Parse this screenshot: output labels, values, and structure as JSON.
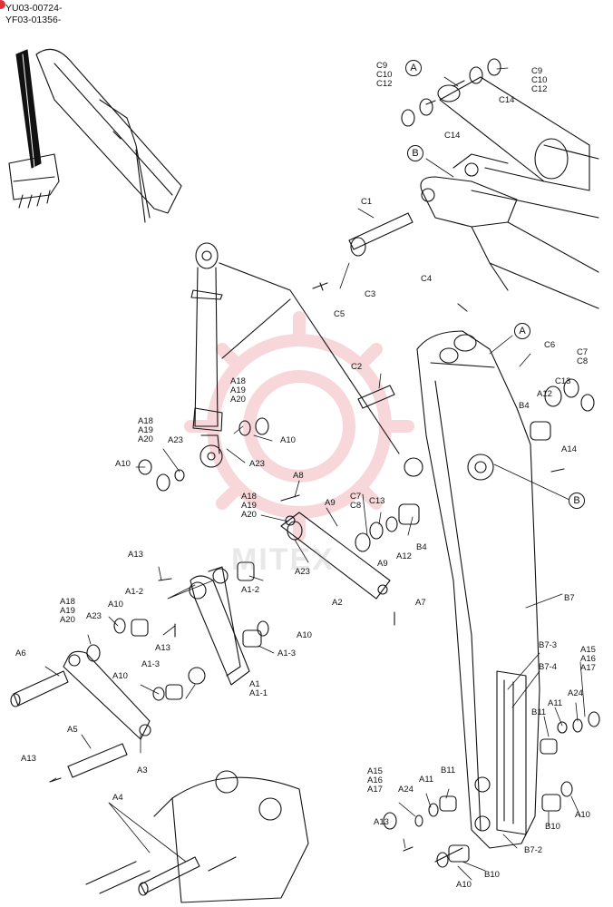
{
  "header": {
    "line1": "YU03-00724-",
    "line2": "YF03-01356-"
  },
  "watermark": {
    "text": "MITEX",
    "color": "#e0323a"
  },
  "callouts": {
    "a1": "A",
    "a2": "A",
    "b1": "B",
    "b2": "B"
  },
  "labels": {
    "c9_top": "C9\nC10\nC12",
    "c9_right": "C9\nC10\nC12",
    "c14_a": "C14",
    "c14_b": "C14",
    "c1": "C1",
    "c3": "C3",
    "c5": "C5",
    "c4": "C4",
    "c2": "C2",
    "c6": "C6",
    "c7c8_r": "C7\nC8",
    "c13_r": "C13",
    "a12_r": "A12",
    "b4_r": "B4",
    "a14": "A14",
    "a18_u": "A18\nA19\nA20",
    "a10_u": "A10",
    "a23_u": "A23",
    "a18_l": "A18\nA19\nA20",
    "a23_l": "A23",
    "a10_l": "A10",
    "a8": "A8",
    "a18_m": "A18\nA19\nA20",
    "a9_top": "A9",
    "c7c8_m": "C7\nC8",
    "c13_m": "C13",
    "a9_bot": "A9",
    "a23_m": "A23",
    "a12_m": "A12",
    "b4_m": "B4",
    "a2": "A2",
    "a7": "A7",
    "a13_1": "A13",
    "a1_2a": "A1-2",
    "a1_2b": "A1-2",
    "a18_ll": "A18\nA19\nA20",
    "a10_m": "A10",
    "a23_ll": "A23",
    "a13_2": "A13",
    "a10_r": "A10",
    "a1_3a": "A1-3",
    "a6": "A6",
    "a10_ll": "A10",
    "a1_3b": "A1-3",
    "a1": "A1\nA1-1",
    "a5": "A5",
    "a13_3": "A13",
    "a3": "A3",
    "a4": "A4",
    "b7": "B7",
    "b7_3": "B7-3",
    "b7_4": "B7-4",
    "a15_r": "A15\nA16\nA17",
    "a24_r": "A24",
    "a11_r": "A11",
    "b11_r": "B11",
    "b10_r": "B10",
    "a10_br": "A10",
    "a15_m": "A15\nA16\nA17",
    "a24_m": "A24",
    "a11_m": "A11",
    "b11_m": "B11",
    "a13_4": "A13",
    "b7_2": "B7-2",
    "a10_b": "A10",
    "b10_b": "B10"
  }
}
